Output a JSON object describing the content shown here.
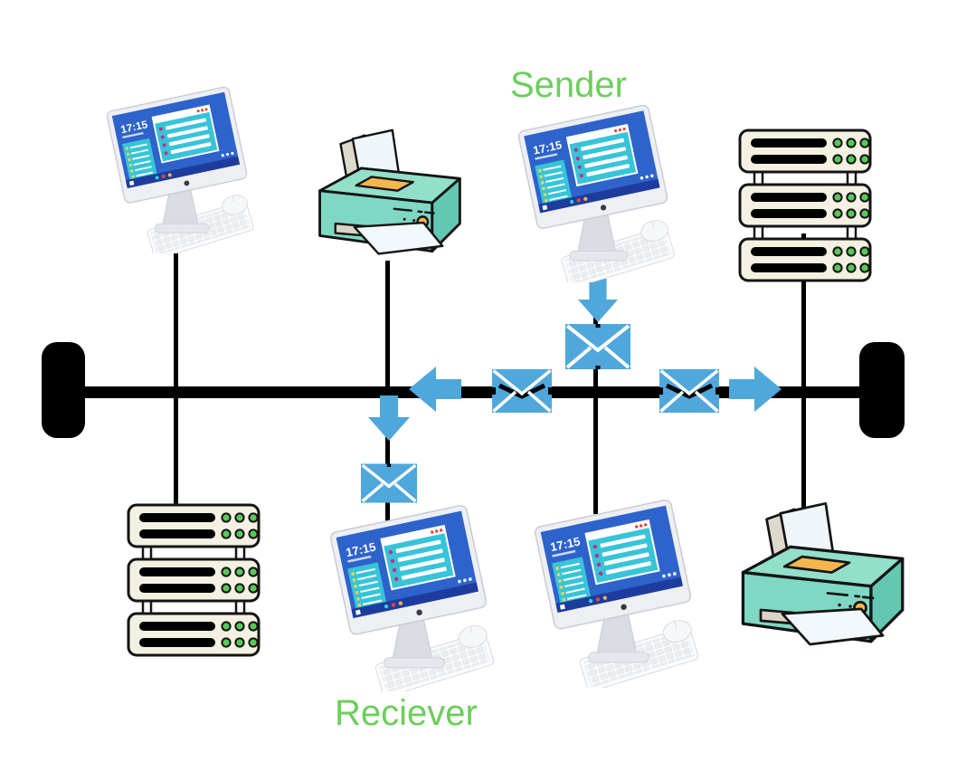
{
  "diagram": {
    "title": "Bus topology message passing diagram",
    "labels": {
      "sender": "Sender",
      "receiver": "Reciever"
    },
    "computer_screen": {
      "clock": "17:15"
    },
    "nodes": [
      {
        "slot": "top-1",
        "type": "computer",
        "name": "desktop-computer-top-left"
      },
      {
        "slot": "top-2",
        "type": "printer",
        "name": "printer-top"
      },
      {
        "slot": "top-3",
        "type": "computer",
        "name": "sender-computer",
        "role": "sender"
      },
      {
        "slot": "top-4",
        "type": "server",
        "name": "server-rack-top-right"
      },
      {
        "slot": "bottom-1",
        "type": "server",
        "name": "server-rack-bottom-left"
      },
      {
        "slot": "bottom-2",
        "type": "computer",
        "name": "receiver-computer",
        "role": "receiver"
      },
      {
        "slot": "bottom-3",
        "type": "computer",
        "name": "desktop-computer-bottom"
      },
      {
        "slot": "bottom-4",
        "type": "printer",
        "name": "printer-bottom"
      }
    ],
    "messages": [
      {
        "icon": "down-arrow-icon",
        "position": "below-sender"
      },
      {
        "icon": "envelope-icon",
        "position": "on-sender-drop-line"
      },
      {
        "icon": "envelope-icon",
        "position": "on-bus-left-of-sender"
      },
      {
        "icon": "left-arrow-icon",
        "position": "on-bus-toward-receiver"
      },
      {
        "icon": "envelope-icon",
        "position": "on-bus-right-of-sender"
      },
      {
        "icon": "right-arrow-icon",
        "position": "on-bus-toward-right-terminator"
      },
      {
        "icon": "down-arrow-icon",
        "position": "below-bus-at-receiver"
      },
      {
        "icon": "envelope-icon",
        "position": "on-receiver-drop-line"
      }
    ],
    "colors": {
      "message_blue": "#4FA7DB",
      "label_green": "#6CCE5B",
      "bus_black": "#000000",
      "printer_teal": "#7FD8C3",
      "printer_teal_light": "#92DFCA",
      "printer_teal_dark": "#63C7B2",
      "printer_orange": "#F4B64D",
      "server_cream": "#F4F1E2",
      "led_green": "#57C957",
      "screen_blue": "#2E63CB",
      "screen_teal": "#38C4D8",
      "taskbar_blue": "#1D3C9E",
      "background": "#FFFFFF"
    }
  }
}
